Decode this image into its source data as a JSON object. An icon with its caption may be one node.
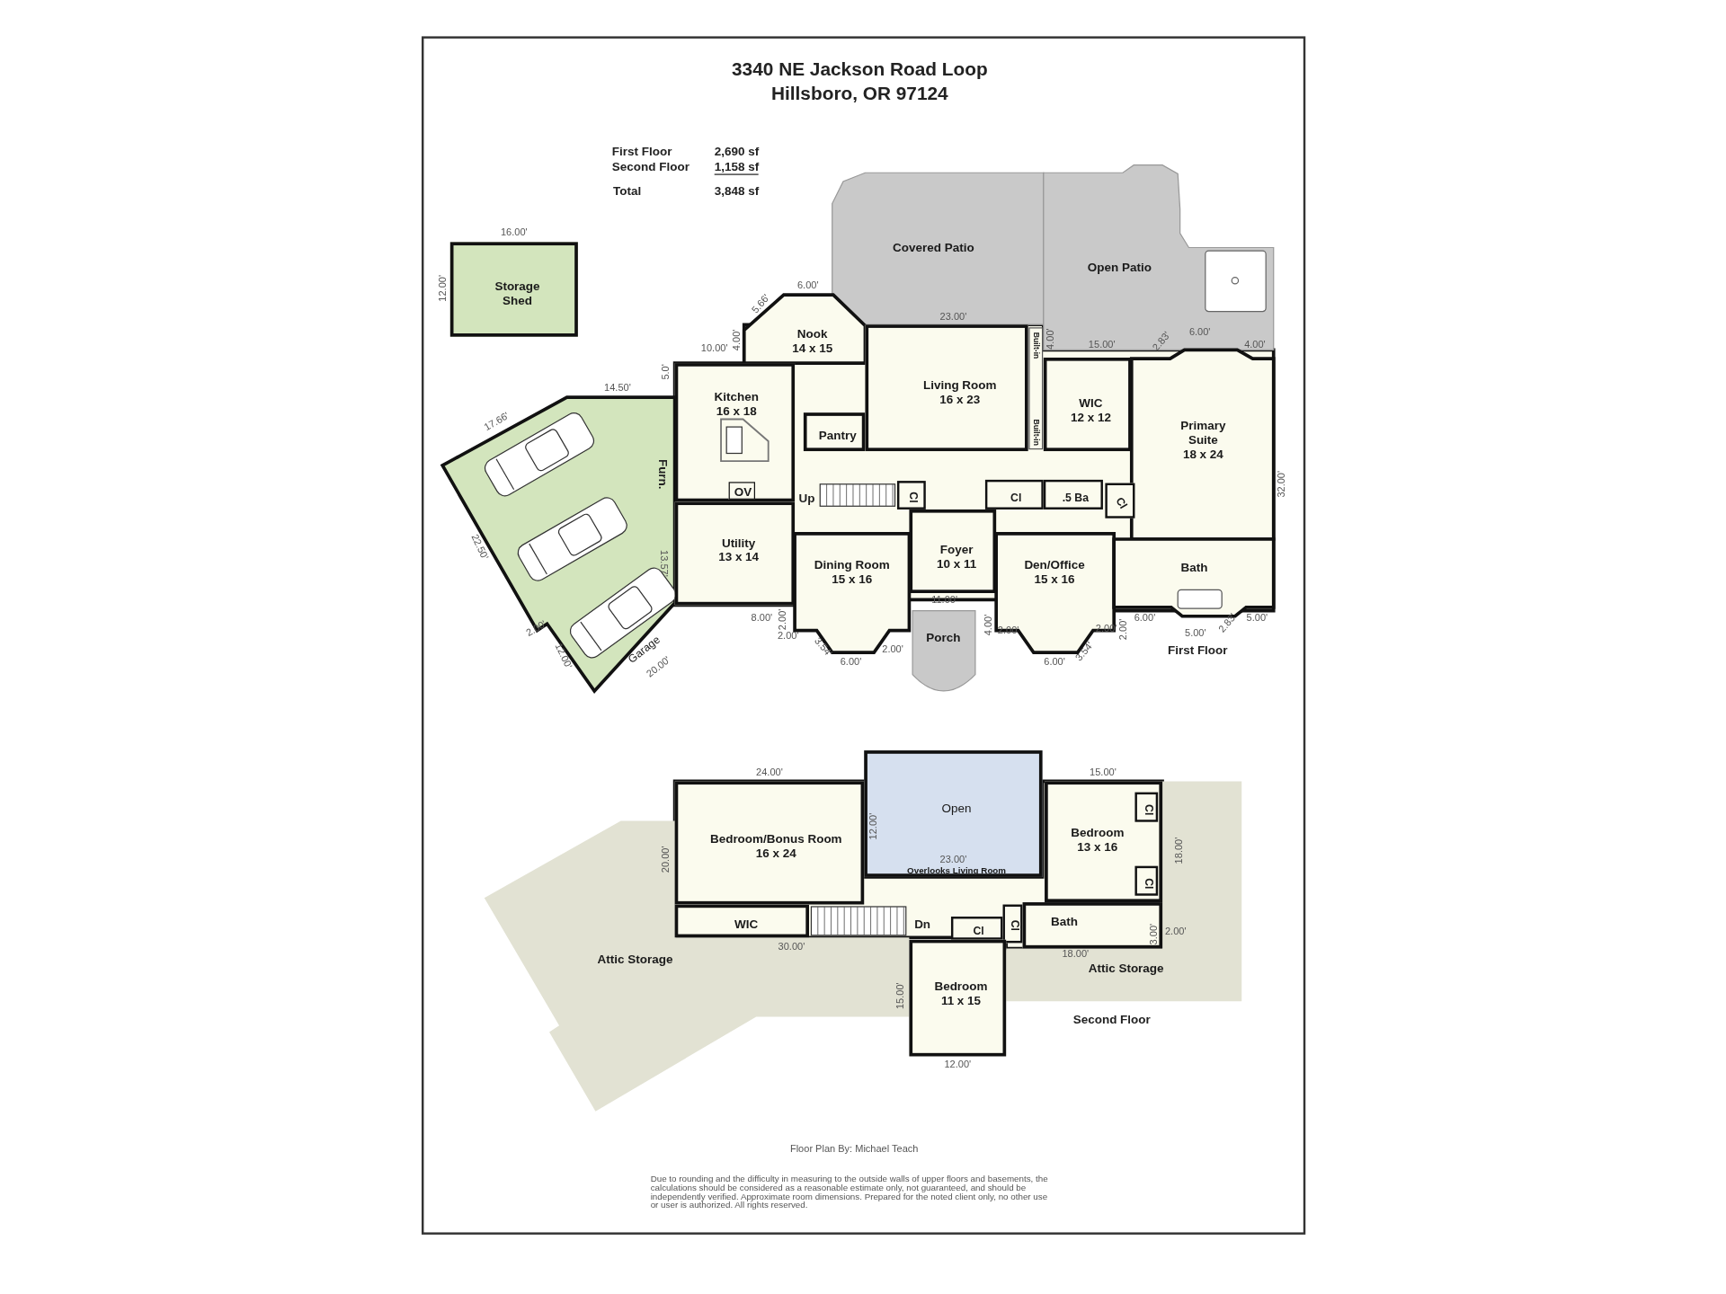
{
  "diagram": {
    "title": "3340 NE Jackson Road Loop Hillsboro, OR 97124",
    "nodes": [
      {
        "text": [
          "Storage Shed"
        ]
      },
      {
        "text": [
          "Covered Patio"
        ]
      },
      {
        "text": [
          "Open Patio"
        ]
      },
      {
        "text": [
          "Nook",
          "14 x 15"
        ]
      },
      {
        "text": [
          "Kitchen",
          "16 x 18"
        ]
      },
      {
        "text": [
          "Living Room",
          "16 x 23"
        ]
      },
      {
        "text": [
          "WIC",
          "12 x 12"
        ]
      },
      {
        "text": [
          "Pantry"
        ]
      },
      {
        "text": [
          "Primary Suite",
          "18 x 24"
        ]
      },
      {
        "text": [
          "Garage"
        ]
      },
      {
        "text": [
          "OV"
        ],
        "in": 4
      },
      {
        "text": [
          "Cl"
        ]
      },
      {
        "text": [
          "Cl"
        ]
      },
      {
        "text": [
          ".5 Ba"
        ]
      },
      {
        "text": [
          "Cl"
        ]
      },
      {
        "text": [
          "Utility",
          "13 x 14"
        ]
      },
      {
        "text": [
          "Foyer",
          "10 x 11"
        ]
      },
      {
        "text": [
          "Dining Room",
          "15 x 16"
        ]
      },
      {
        "text": [
          "Den/Office",
          "15 x 16"
        ]
      },
      {
        "text": [
          "Bath"
        ]
      },
      {
        "text": [
          "Porch"
        ]
      },
      {
        "text": [
          "Open",
          "Overlooks Living Room"
        ]
      },
      {
        "text": [
          "Bedroom/Bonus Room",
          "16 x 24"
        ]
      },
      {
        "text": [
          "Bedroom",
          "13 x 16"
        ]
      },
      {
        "text": [
          "Cl"
        ],
        "in": 23
      },
      {
        "text": [
          "Cl"
        ],
        "in": 23
      },
      {
        "text": [
          "WIC"
        ]
      },
      {
        "text": [
          "Cl"
        ]
      },
      {
        "text": [
          "Bath"
        ]
      },
      {
        "text": [
          "Cl"
        ]
      },
      {
        "text": [
          "Bedroom",
          "11 x 15"
        ]
      },
      {
        "text": [
          "Attic Storage"
        ]
      },
      {
        "text": [
          "Attic Storage"
        ]
      }
    ],
    "labels": [
      "First Floor",
      "2,690 sf",
      "Second Floor",
      "1,158 sf",
      "Total",
      "3,848 sf",
      "16.00'",
      "12.00'",
      "6.00'",
      "5.66'",
      "23.00'",
      "6.00'",
      "10.00'",
      "4.00'",
      "Built-in",
      "4.00'",
      "15.00'",
      "2.83'",
      "4.00'",
      "5.0'",
      "14.50'",
      "17.66'",
      "Built-in",
      "Furn.",
      "32.00'",
      "Up",
      "22.50'",
      "13.57'",
      "11.00'",
      "2.00'",
      "8.00'",
      "2.00'",
      "2.00'",
      "2.00'",
      "4.00'",
      "2.00'",
      "2.00'",
      "2.00'",
      "6.00'",
      "5.00'",
      "2.83'",
      "5.00'",
      "12.00'",
      "20.00'",
      "3.54'",
      "6.00'",
      "6.00'",
      "3.54'",
      "First Floor",
      "24.00'",
      "15.00'",
      "12.00'",
      "20.00'",
      "23.00'",
      "18.00'",
      "Dn",
      "3.00'",
      "2.00'",
      "30.00'",
      "18.00'",
      "15.00'",
      "Second Floor",
      "12.00'",
      "Floor Plan By: Michael Teach",
      "Due to rounding and the difficulty in measuring to the outside walls of upper floors and basements, the calculations should be considered as a reasonable estimate only, not guaranteed, and should be independently verified. Approximate room dimensions. Prepared for the noted client only, no other use or user is authorized. All rights reserved."
    ]
  }
}
